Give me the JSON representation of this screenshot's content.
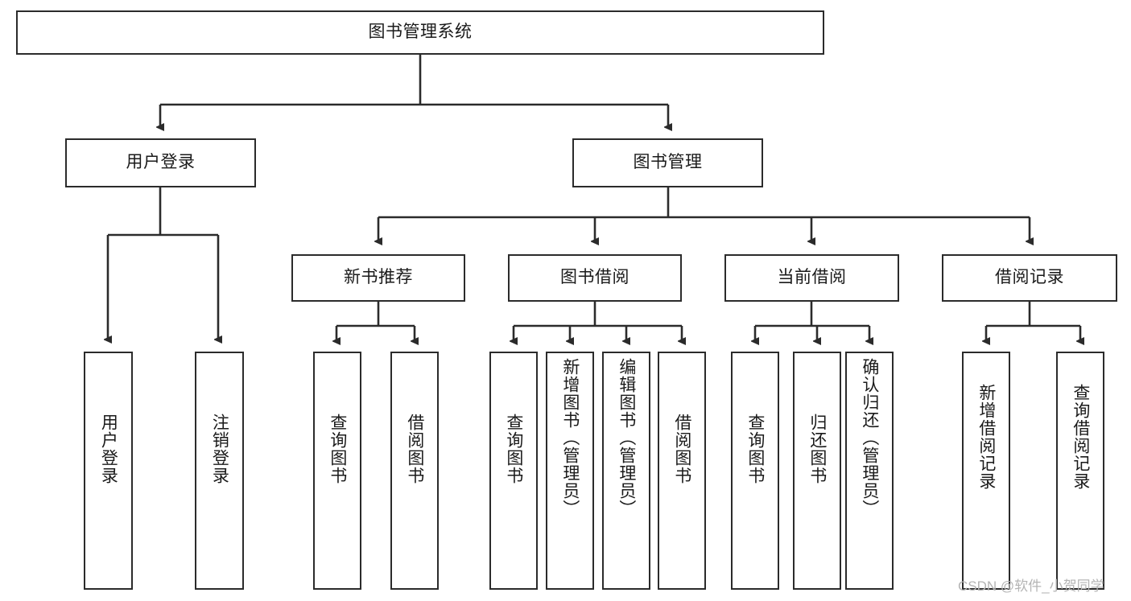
{
  "diagram": {
    "title_node": {
      "label": "图书管理系统"
    },
    "level2": [
      {
        "label": "用户登录"
      },
      {
        "label": "图书管理"
      }
    ],
    "level3": [
      {
        "label": "新书推荐"
      },
      {
        "label": "图书借阅"
      },
      {
        "label": "当前借阅"
      },
      {
        "label": "借阅记录"
      }
    ],
    "leaves": {
      "user_login": [
        {
          "label": "用户登录"
        },
        {
          "label": "注销登录"
        }
      ],
      "new_book_recommend": [
        {
          "label": "查询图书"
        },
        {
          "label": "借阅图书"
        }
      ],
      "book_borrow": [
        {
          "label": "查询图书"
        },
        {
          "label": "新增图书（管理员）"
        },
        {
          "label": "编辑图书（管理员）"
        },
        {
          "label": "借阅图书"
        }
      ],
      "current_borrow": [
        {
          "label": "查询图书"
        },
        {
          "label": "归还图书"
        },
        {
          "label": "确认归还（管理员）"
        }
      ],
      "borrow_record": [
        {
          "label": "新增借阅记录"
        },
        {
          "label": "查询借阅记录"
        }
      ]
    },
    "watermark": {
      "text": "CSDN @软件_小贺同学"
    },
    "colors": {
      "stroke": "#2b2b2b",
      "fill": "#ffffff",
      "text": "#1a1a1a",
      "watermark": "#b4b4b4"
    }
  }
}
